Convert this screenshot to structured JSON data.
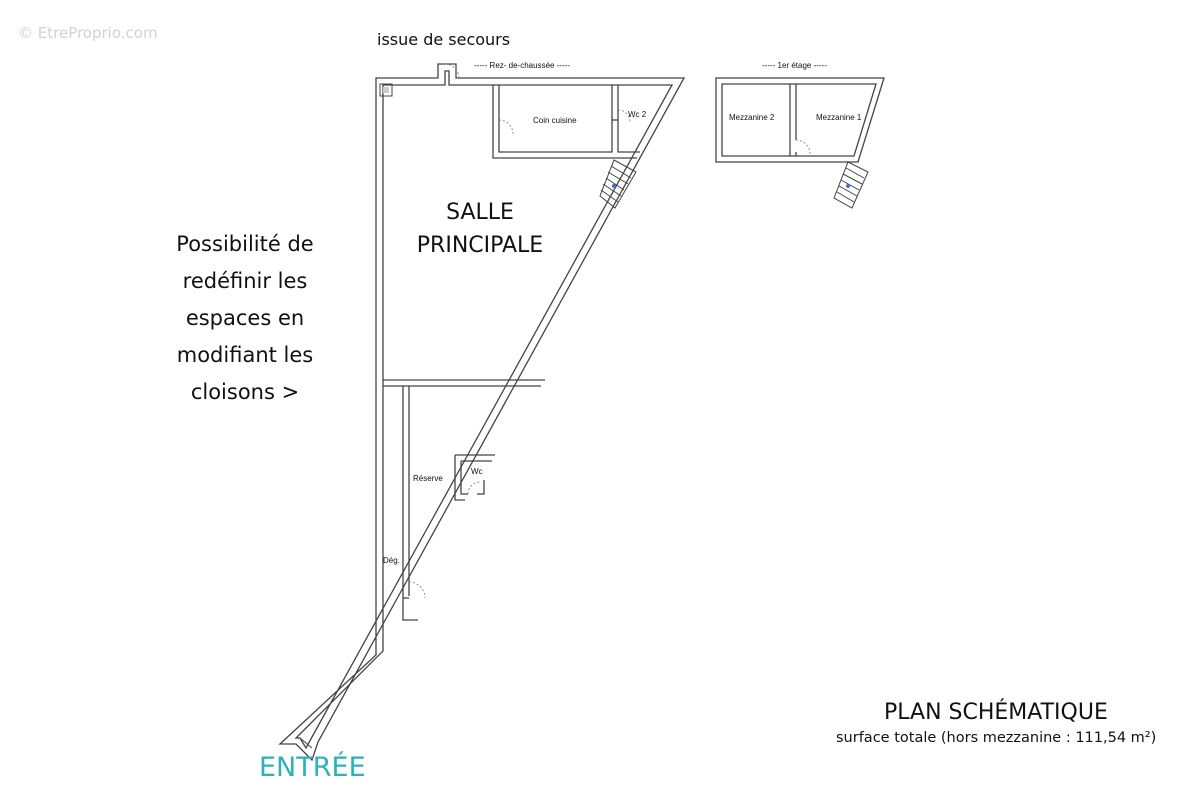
{
  "watermark": "© EtreProprio.com",
  "labels": {
    "issue_secours": "issue de secours",
    "rez_de_chaussee": "----- Rez- de-chaussée -----",
    "premier_etage": "----- 1er étage -----",
    "coin_cuisine": "Coin cuisine",
    "wc2": "Wc 2",
    "wc": "Wc",
    "reserve": "Réserve",
    "deg": "Dég.",
    "mezzanine1": "Mezzanine 1",
    "mezzanine2": "Mezzanine 2",
    "salle_line1": "SALLE",
    "salle_line2": "PRINCIPALE",
    "entree": "ENTRÉE"
  },
  "note": {
    "line1": "Possibilité de",
    "line2": "redéfinir les",
    "line3": "espaces en",
    "line4": "modifiant les",
    "line5": "cloisons  >"
  },
  "plan": {
    "title": "PLAN SCHÉMATIQUE",
    "subtitle": "surface totale (hors mezzanine : 111,54 m²)"
  },
  "colors": {
    "wall_outer": "#555555",
    "wall_inner": "#ffffff",
    "entree_accent": "#2bb3b8",
    "stair_arrow": "#3a6fd8"
  }
}
